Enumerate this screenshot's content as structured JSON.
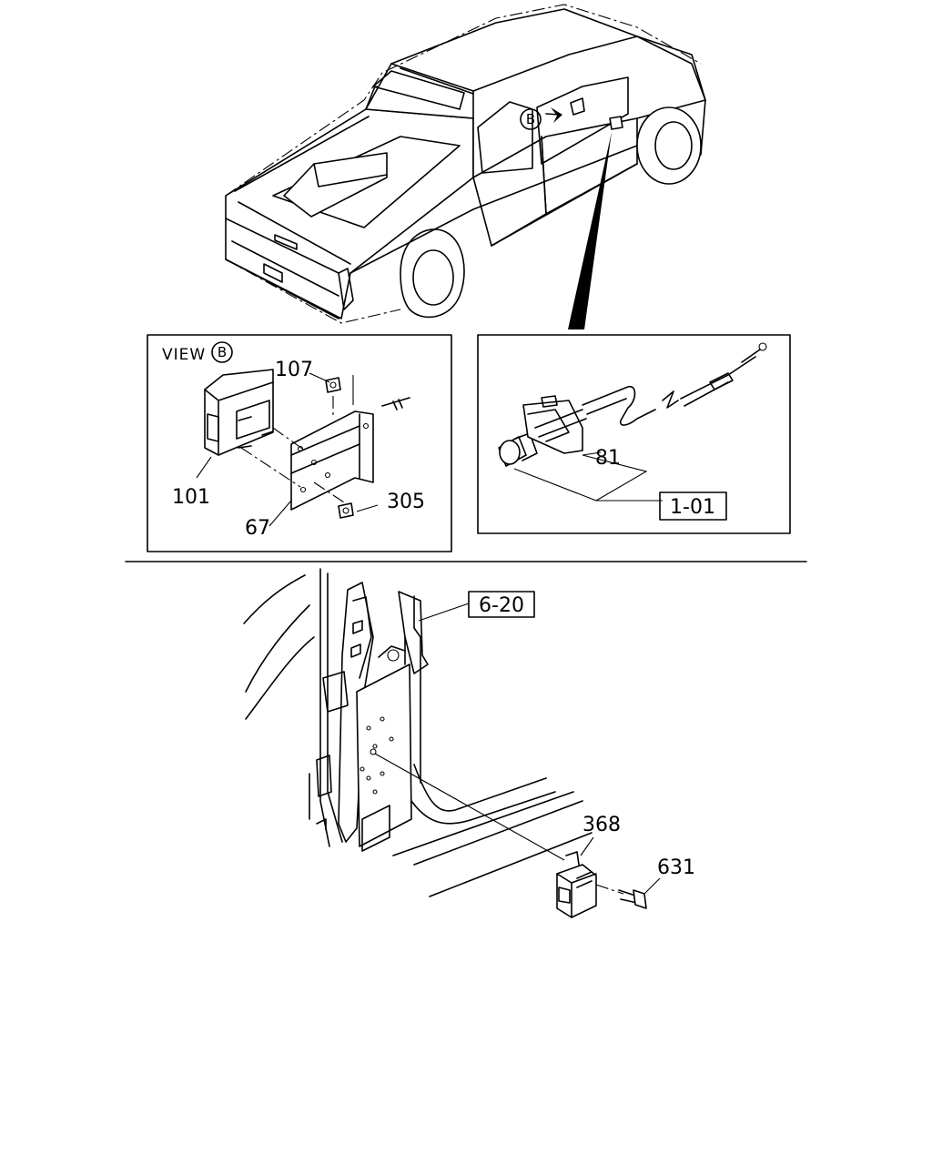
{
  "view_label": "VIEW",
  "view_marker": "B",
  "truck_marker": "B",
  "parts": {
    "p107": "107",
    "p101": "101",
    "p67": "67",
    "p305": "305",
    "p81": "81",
    "p368": "368",
    "p631": "631"
  },
  "references": {
    "ref_1_01": "1-01",
    "ref_6_20": "6-20"
  }
}
